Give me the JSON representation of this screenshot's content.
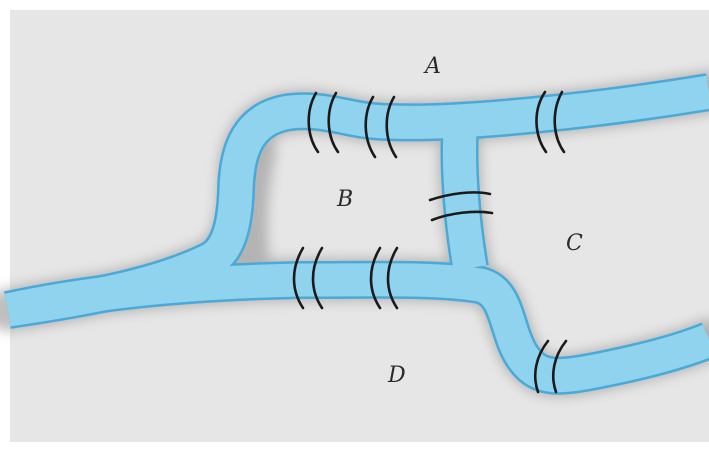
{
  "diagram": {
    "regions": [
      {
        "id": "A",
        "label": "A"
      },
      {
        "id": "B",
        "label": "B"
      },
      {
        "id": "C",
        "label": "C"
      },
      {
        "id": "D",
        "label": "D"
      }
    ],
    "bridges_count": 7,
    "colors": {
      "background": "#e6e6e6",
      "river_fill": "#8fd3ef",
      "river_edge": "#4aa9d6",
      "bridge": "#1a1a1a",
      "shadow": "#9a9a9a"
    }
  }
}
